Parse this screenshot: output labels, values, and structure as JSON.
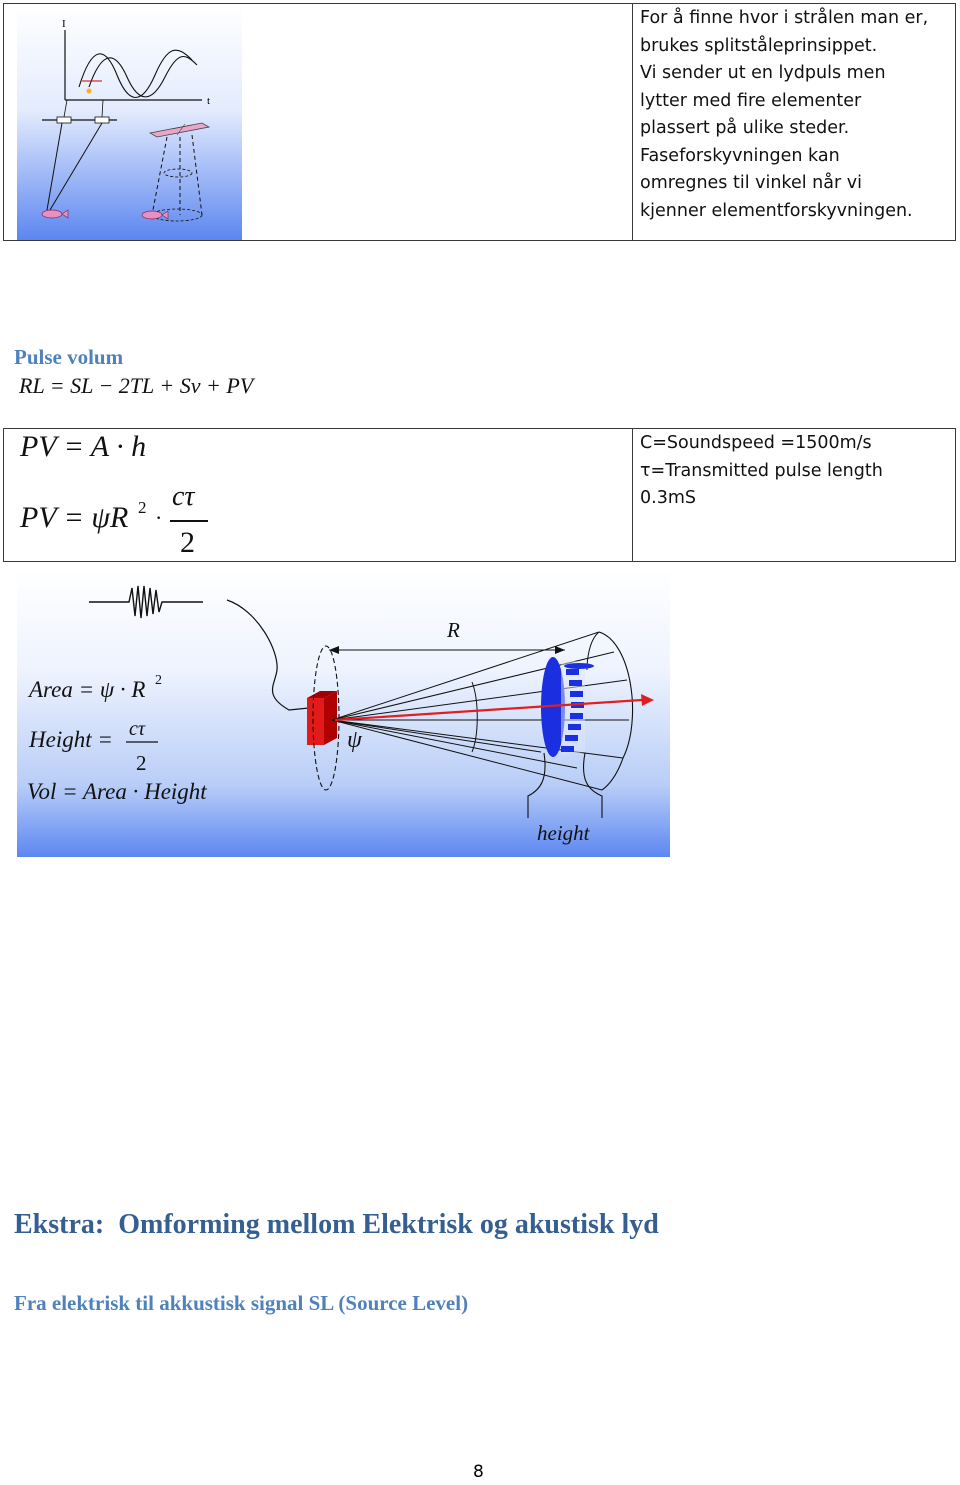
{
  "table1": {
    "text_lines": [
      "For å finne hvor i strålen man er,",
      "brukes splitståleprinsippet.",
      "Vi sender ut en lydpuls men",
      "lytter med fire elementer",
      "plassert på ulike steder.",
      "Faseforskyvningen kan",
      "omregnes til vinkel når vi",
      "kjenner elementforskyvningen."
    ],
    "figure": {
      "axis_y_label": "I",
      "axis_x_label": "t"
    }
  },
  "pulse_heading": "Pulse volum",
  "equation_rl": "RL = SL − 2TL + Sv + PV",
  "table2": {
    "eq1": "PV = A · h",
    "eq2_left": "PV = ψR",
    "eq2_exp": "2",
    "eq2_num": "cτ",
    "eq2_den": "2",
    "text_lines": [
      "C=Soundspeed =1500m/s",
      "τ=Transmitted pulse length",
      "0.3mS"
    ]
  },
  "beam_figure": {
    "label_R": "R",
    "label_psi": "ψ",
    "label_height": "height",
    "area_formula": "Area = ψ · R",
    "area_exp": "2",
    "height_prefix": "Height =",
    "height_num": "cτ",
    "height_den": "2",
    "vol_formula": "Vol = Area · Height"
  },
  "heading_extra": "Ekstra:  Omforming mellom Elektrisk og akustisk lyd",
  "subheading": "Fra elektrisk til akkustisk signal SL (Source Level)",
  "page_number": "8",
  "colors": {
    "heading_blue": "#4f81bd",
    "beam_red": "#e02020",
    "ring_blue": "#1a2fe0"
  }
}
